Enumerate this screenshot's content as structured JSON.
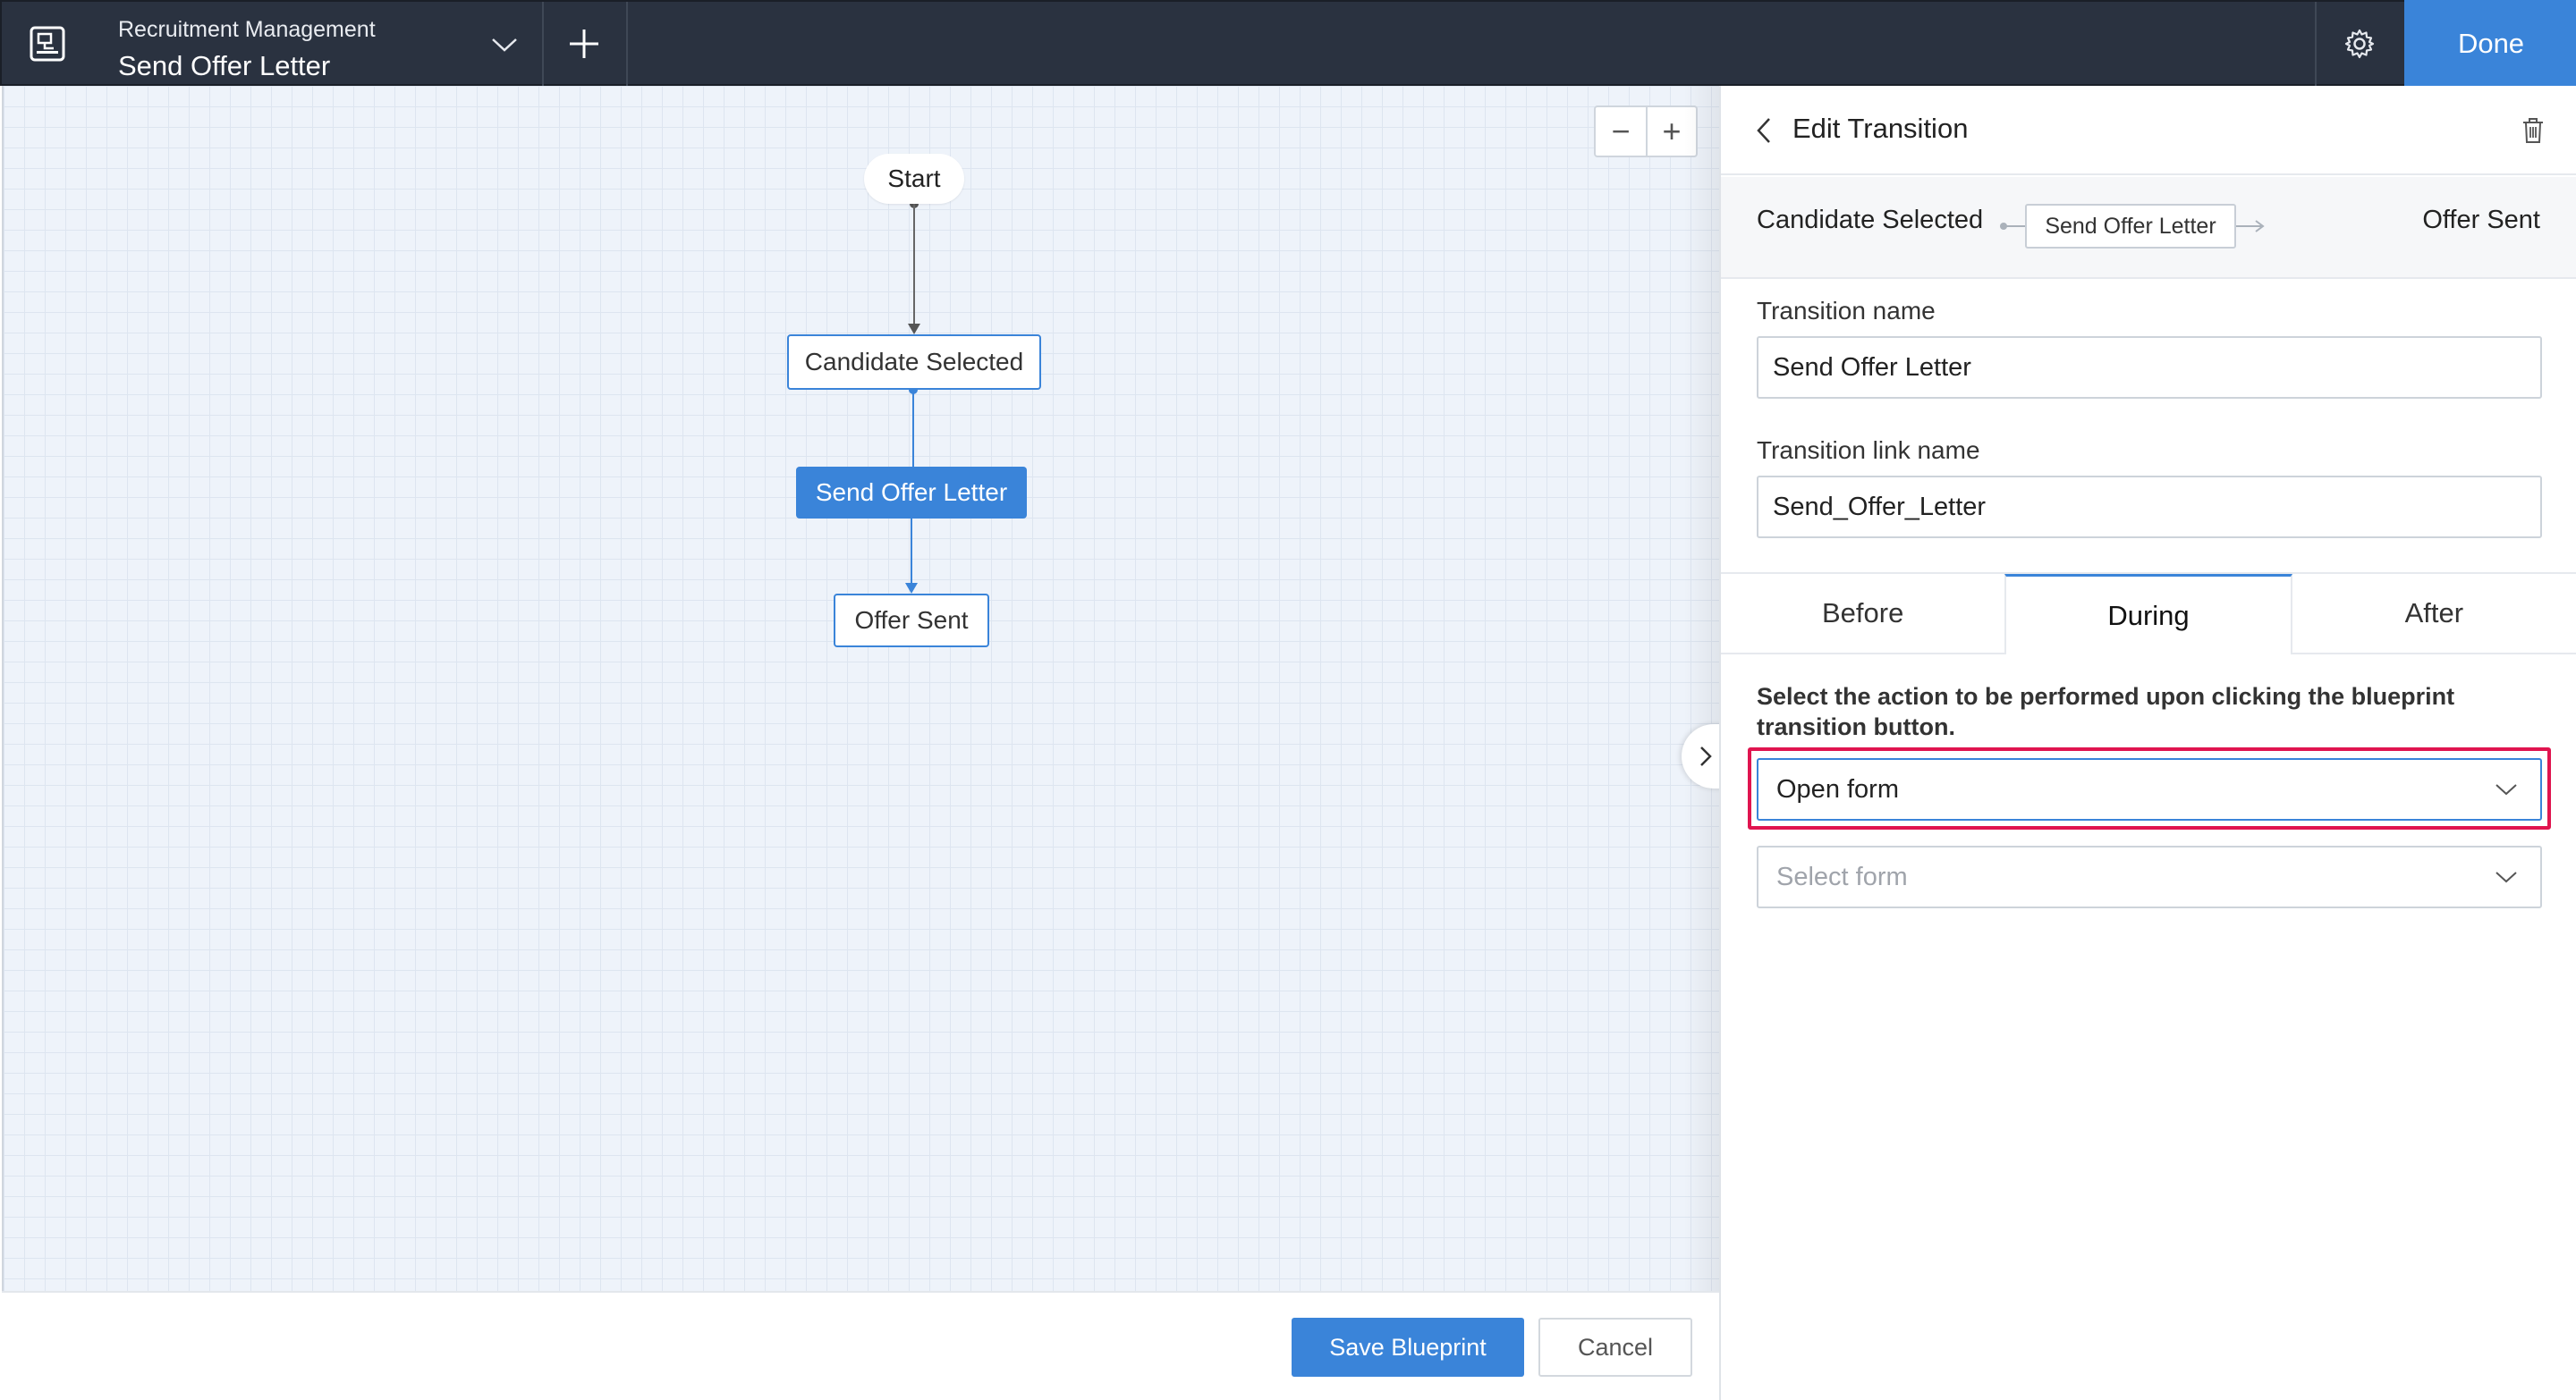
{
  "topbar": {
    "app_name": "Recruitment Management",
    "blueprint_name": "Send Offer Letter",
    "done_label": "Done",
    "accent_color": "#3a84d9",
    "background_color": "#2a3240"
  },
  "canvas": {
    "zoom_out_label": "−",
    "zoom_in_label": "+",
    "nodes": {
      "start": "Start",
      "state_1": "Candidate Selected",
      "transition": "Send Offer Letter",
      "state_2": "Offer Sent"
    }
  },
  "footer": {
    "save_label": "Save Blueprint",
    "cancel_label": "Cancel"
  },
  "panel": {
    "title": "Edit Transition",
    "flow_from": "Candidate Selected",
    "flow_transition": "Send Offer Letter",
    "flow_to": "Offer Sent",
    "transition_name_label": "Transition name",
    "transition_name_value": "Send Offer Letter",
    "transition_link_label": "Transition link name",
    "transition_link_value": "Send_Offer_Letter",
    "tabs": [
      {
        "label": "Before",
        "active": false
      },
      {
        "label": "During",
        "active": true
      },
      {
        "label": "After",
        "active": false
      }
    ],
    "description": "Select the action to be performed upon clicking the blueprint transition button.",
    "action_select": "Open form",
    "form_select_placeholder": "Select form",
    "highlight_color": "#e0144f"
  },
  "icons": [
    "app-icon",
    "chevron-down-icon",
    "plus-icon",
    "gear-icon",
    "back-arrow-icon",
    "trash-icon",
    "collapse-chevron-icon"
  ]
}
